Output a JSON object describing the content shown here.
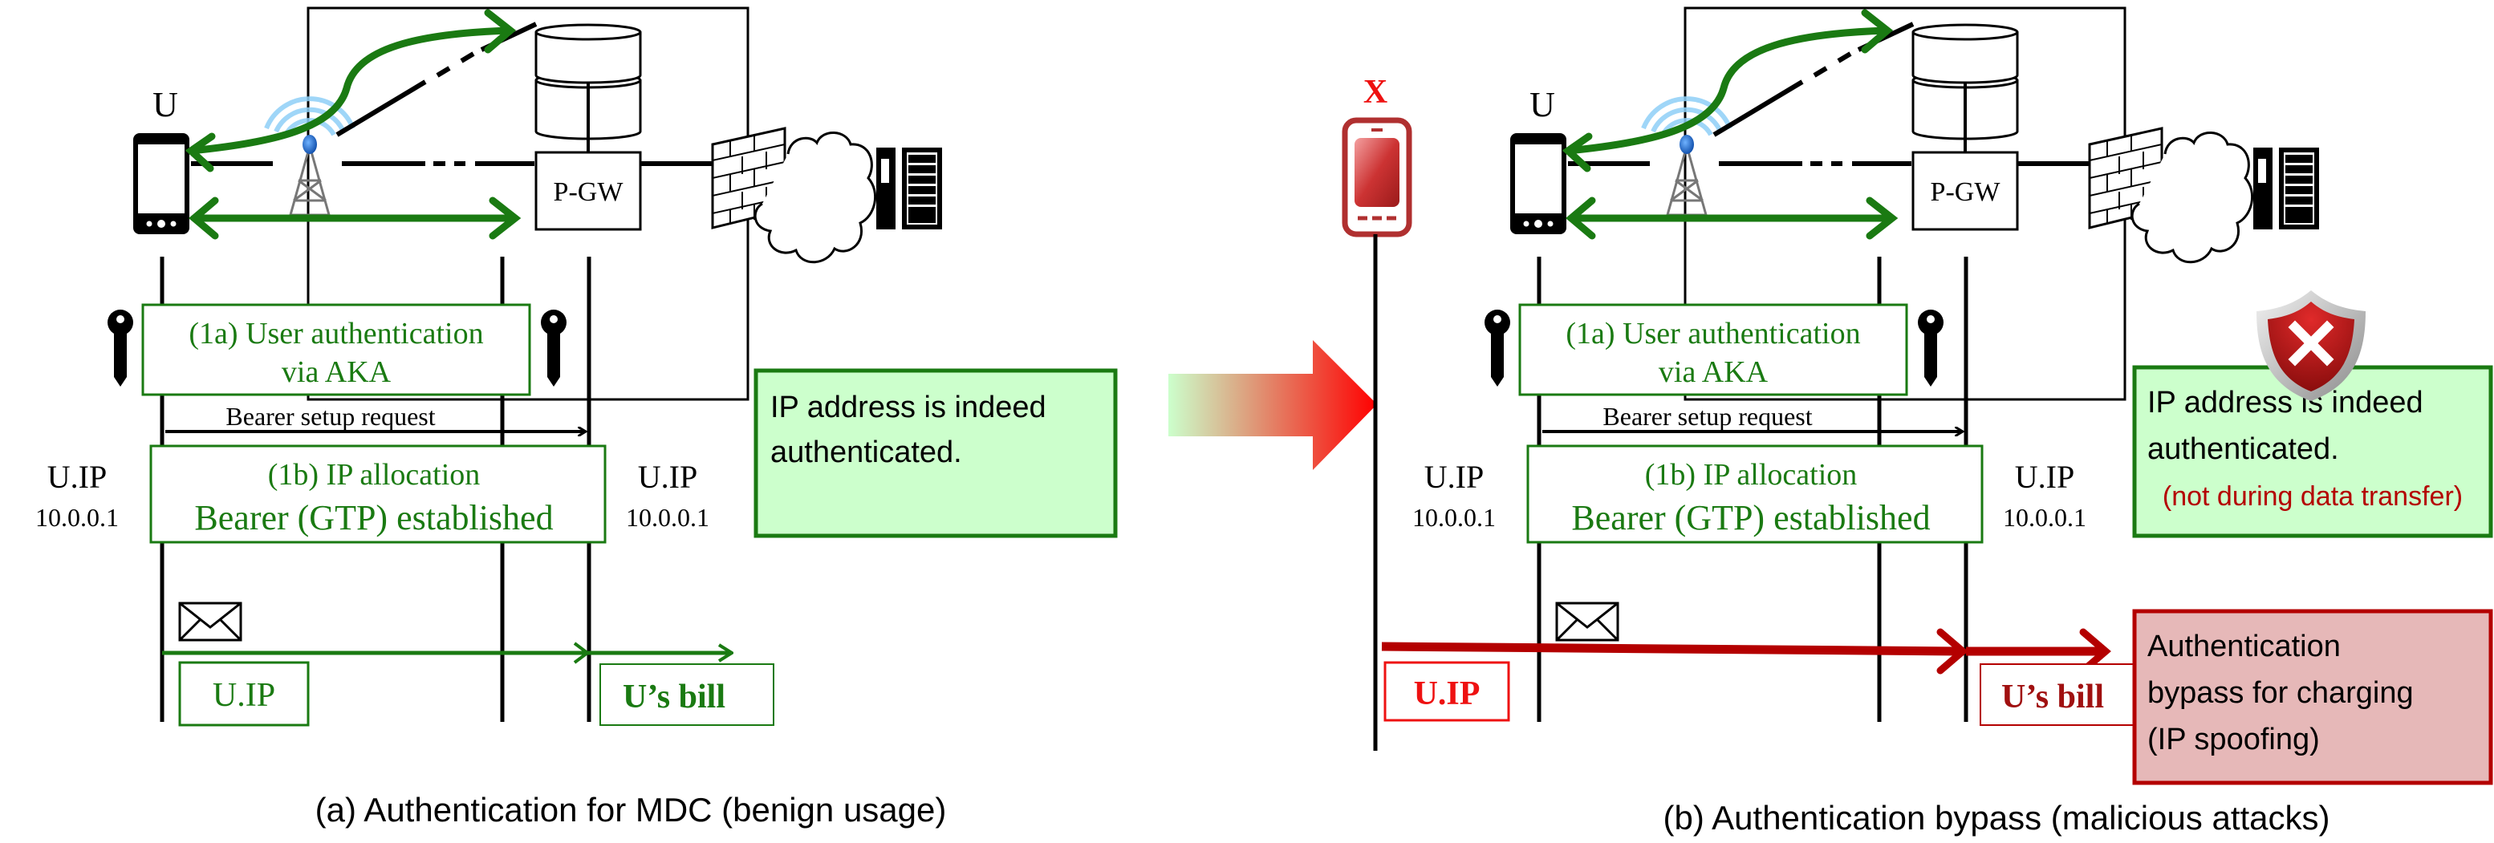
{
  "colors": {
    "green": "#1a7a12",
    "green_fill": "#ccffcc",
    "dark_red": "#b40000",
    "bright_red": "#ee1111",
    "red_fill": "#e6b8b8",
    "black": "#000000"
  },
  "panels": [
    {
      "id": "benign",
      "caption": "(a) Authentication for MDC  (benign usage)",
      "user_label": "U",
      "pgw_label": "P-GW",
      "step_1a": {
        "line1": "(1a) User authentication",
        "line2": "via AKA"
      },
      "bearer_request": "Bearer setup request",
      "step_1b": {
        "line1": "(1b) IP allocation",
        "line2": "Bearer (GTP) established"
      },
      "ip_left": {
        "name": "U.IP",
        "address": "10.0.0.1"
      },
      "ip_right": {
        "name": "U.IP",
        "address": "10.0.0.1"
      },
      "packet_source_label": "U.IP",
      "bill_label": "U’s bill",
      "note": {
        "line1": "IP address is indeed",
        "line2": "authenticated."
      }
    },
    {
      "id": "malicious",
      "caption": "(b) Authentication bypass (malicious attacks)",
      "attacker_label": "X",
      "user_label": "U",
      "pgw_label": "P-GW",
      "step_1a": {
        "line1": "(1a) User authentication",
        "line2": "via AKA"
      },
      "bearer_request": "Bearer setup request",
      "step_1b": {
        "line1": "(1b) IP allocation",
        "line2": "Bearer (GTP) established"
      },
      "ip_left": {
        "name": "U.IP",
        "address": "10.0.0.1"
      },
      "ip_right": {
        "name": "U.IP",
        "address": "10.0.0.1"
      },
      "packet_source_label": "U.IP",
      "bill_label": "U’s bill",
      "note": {
        "line1": "IP address is indeed",
        "line2": "authenticated.",
        "line3": "(not during data transfer)"
      },
      "attack": {
        "line1": "Authentication",
        "line2": "bypass for charging",
        "line3": "(IP spoofing)"
      }
    }
  ],
  "icons": [
    "smartphone-icon",
    "cell-tower-icon",
    "database-icon",
    "gateway-box",
    "firewall-icon",
    "cloud-icon",
    "server-icon",
    "key-icon",
    "envelope-icon",
    "attacker-phone-icon",
    "shield-error-icon",
    "transition-arrow"
  ]
}
